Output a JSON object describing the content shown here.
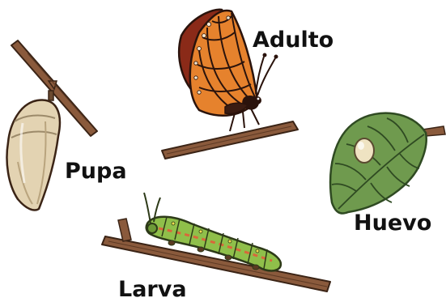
{
  "stages": {
    "adult": "Adulto",
    "pupa": "Pupa",
    "egg": "Huevo",
    "larva": "Larva"
  },
  "colors": {
    "twig": "#8a5a3c",
    "twig_outline": "#3b2416",
    "leaf": "#6f9a4e",
    "leaf_vein": "#2f4a22",
    "egg": "#efe3c2",
    "chrysalis": "#e3d3b2",
    "wing_orange": "#e6822d",
    "wing_dark": "#8a2a18",
    "caterpillar": "#8fbf4a",
    "caterpillar_stripe": "#d9673a",
    "text": "#111111"
  }
}
